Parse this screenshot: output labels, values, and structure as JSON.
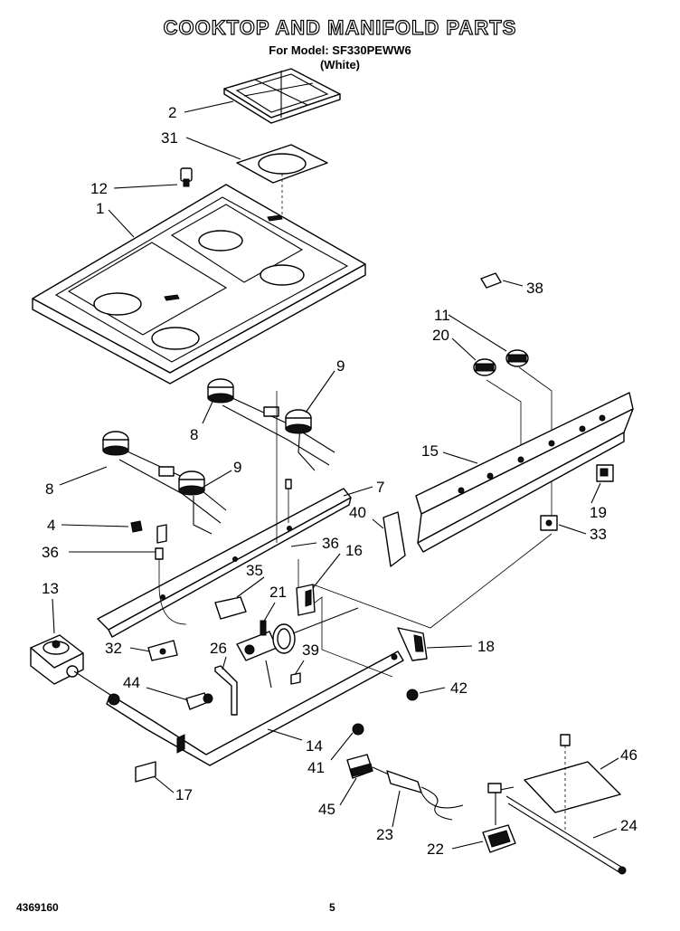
{
  "header": {
    "title": "COOKTOP AND MANIFOLD PARTS",
    "model_line": "For Model: SF330PEWW6",
    "color_line": "(White)"
  },
  "footer": {
    "doc_number": "4369160",
    "page_number": "5"
  },
  "callouts": {
    "c1": "1",
    "c2": "2",
    "c4": "4",
    "c7": "7",
    "c8a": "8",
    "c8b": "8",
    "c9a": "9",
    "c9b": "9",
    "c11": "11",
    "c12": "12",
    "c13": "13",
    "c14": "14",
    "c15": "15",
    "c16": "16",
    "c17": "17",
    "c18": "18",
    "c19": "19",
    "c20": "20",
    "c21": "21",
    "c22": "22",
    "c23": "23",
    "c24": "24",
    "c26": "26",
    "c31": "31",
    "c32": "32",
    "c33": "33",
    "c35": "35",
    "c36a": "36",
    "c36b": "36",
    "c38": "38",
    "c39": "39",
    "c40": "40",
    "c41": "41",
    "c42": "42",
    "c44": "44",
    "c45": "45",
    "c46": "46"
  }
}
